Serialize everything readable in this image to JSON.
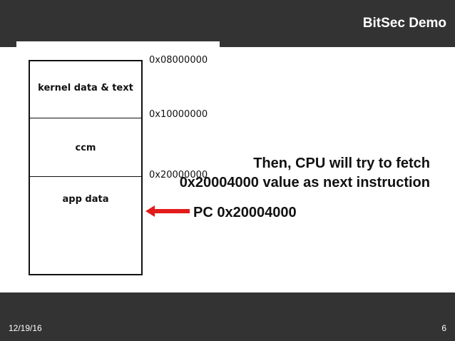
{
  "header": {
    "title": "BitSec Demo"
  },
  "memory_map": {
    "regions": [
      {
        "label": "kernel data & text"
      },
      {
        "label": "ccm"
      },
      {
        "label": "app data"
      }
    ],
    "addresses": [
      "0x08000000",
      "0x10000000",
      "0x20000000"
    ]
  },
  "callout": {
    "line1": "Then, CPU will try to fetch",
    "line2": "0x20004000 value as next instruction"
  },
  "pointer": {
    "label": "PC 0x20004000",
    "arrow_color": "#e31b1b"
  },
  "footer": {
    "date": "12/19/16",
    "page_number": "6"
  }
}
